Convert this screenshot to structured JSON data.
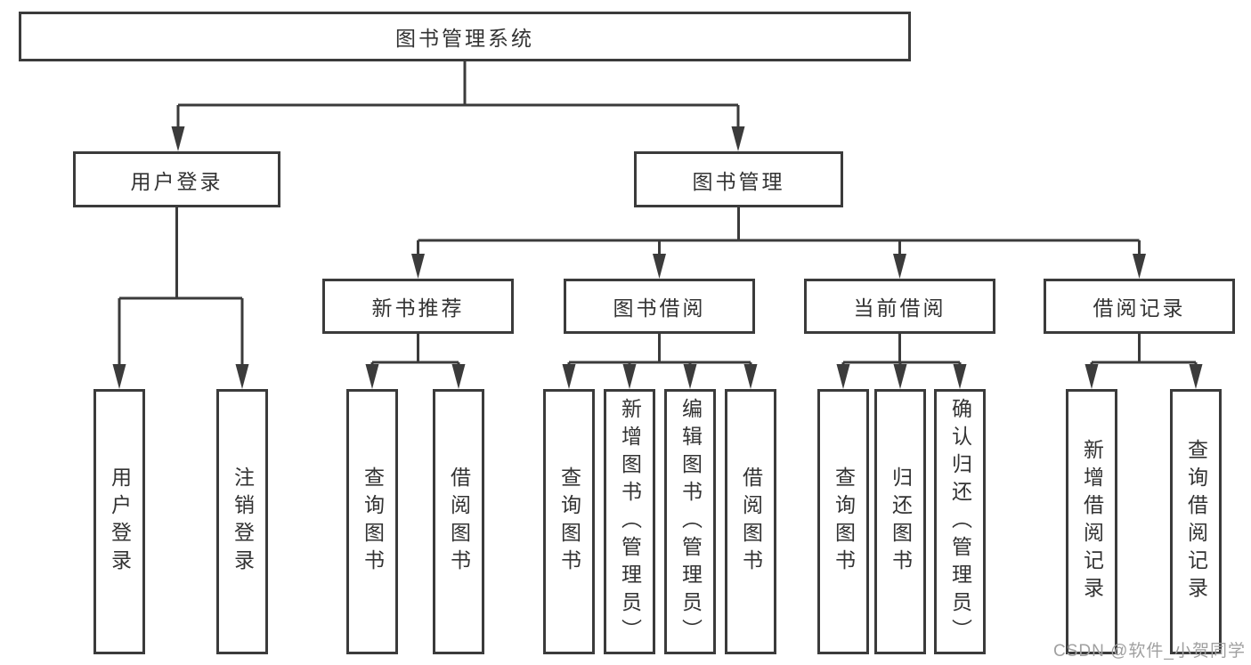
{
  "root": {
    "label": "图书管理系统"
  },
  "branches": [
    {
      "label": "用户登录",
      "leaves": [
        "用户登录",
        "注销登录"
      ]
    },
    {
      "label": "图书管理",
      "groups": [
        {
          "label": "新书推荐",
          "leaves": [
            "查询图书",
            "借阅图书"
          ]
        },
        {
          "label": "图书借阅",
          "leaves": [
            "查询图书",
            "新增图书（管理员）",
            "编辑图书（管理员）",
            "借阅图书"
          ]
        },
        {
          "label": "当前借阅",
          "leaves": [
            "查询图书",
            "归还图书",
            "确认归还（管理员）"
          ]
        },
        {
          "label": "借阅记录",
          "leaves": [
            "新增借阅记录",
            "查询借阅记录"
          ]
        }
      ]
    }
  ],
  "watermark": {
    "text": "CSDN @软件_小贺同学"
  },
  "colors": {
    "line": "#3b3b3b",
    "text": "#333333",
    "watermark": "#a0a0a0"
  }
}
